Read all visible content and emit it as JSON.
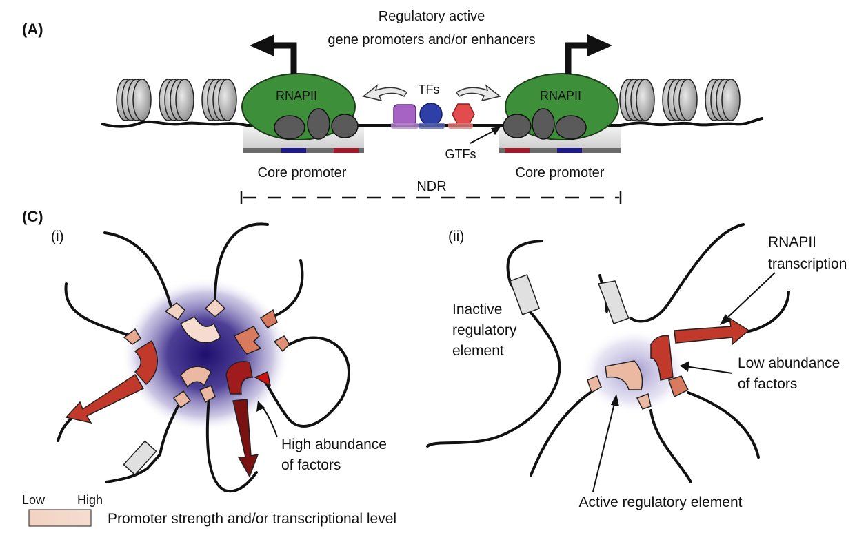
{
  "panels": {
    "A": {
      "label": "(A)",
      "title_line1": "Regulatory active",
      "title_line2": "gene promoters and/or enhancers",
      "rnapii_left": "RNAPII",
      "rnapii_right": "RNAPII",
      "tfs": "TFs",
      "gtfs": "GTFs",
      "core_promoter_left": "Core promoter",
      "core_promoter_right": "Core promoter",
      "ndr": "NDR"
    },
    "C": {
      "label": "(C)",
      "sub_i": "(i)",
      "sub_ii": "(ii)",
      "high_abundance_line1": "High abundance",
      "high_abundance_line2": "of factors",
      "rnapii_transcription_line1": "RNAPII",
      "rnapii_transcription_line2": "transcription",
      "inactive_line1": "Inactive",
      "inactive_line2": "regulatory",
      "inactive_line3": "element",
      "low_abundance_line1": "Low abundance",
      "low_abundance_line2": "of factors",
      "active_element": "Active regulatory element"
    }
  },
  "legend": {
    "low": "Low",
    "high": "High",
    "description": "Promoter strength and/or transcriptional level"
  },
  "colors": {
    "rnapii_green": "#3e8f3a",
    "gtf_gray": "#555555",
    "tf_purple": "#9b59b6",
    "tf_blue": "#2c3e9e",
    "tf_red": "#e04848",
    "factor_cloud": "#2a1a78",
    "strength_low": "#f2d2c2",
    "strength_high": "#7a1212",
    "inactive_gray": "#e0e0e0"
  }
}
